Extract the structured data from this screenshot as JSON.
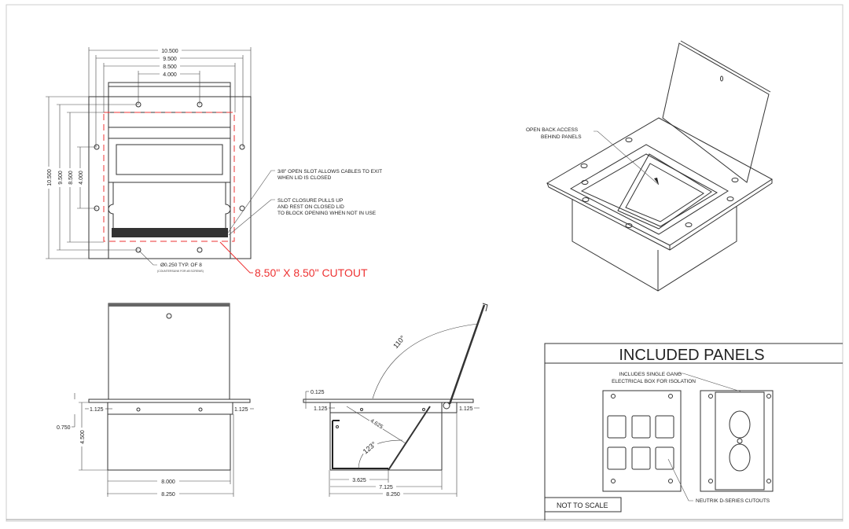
{
  "top_view": {
    "dims": {
      "overall_width": "10.500",
      "hole_span_width": "9.500",
      "inner_width": "8.500",
      "center_hole_span": "4.000",
      "overall_height": "10.500",
      "hole_span_height": "9.500",
      "inner_height": "8.500",
      "side_hole_span": "4.000"
    },
    "note_slot_line1": "3/8\" OPEN SLOT ALLOWS CABLES TO EXIT",
    "note_slot_line2": "WHEN LID IS CLOSED",
    "note_closure_line1": "SLOT CLOSURE PULLS UP",
    "note_closure_line2": "AND REST ON CLOSED LID",
    "note_closure_line3": "TO BLOCK OPENING WHEN NOT IN USE",
    "hole_note": "Ø0.250 TYP. OF 8",
    "hole_subnote": "(COUNTERSUNK FOR #8 SCREWS)",
    "cutout_label": "8.50\" X 8.50\" CUTOUT",
    "cutout_color": "#e33333"
  },
  "front_view": {
    "dims": {
      "left_flange": "1.125",
      "right_flange": "1.125",
      "band": "0.750",
      "depth": "4.500",
      "inner_width": "8.000",
      "outer_width": "8.250"
    }
  },
  "side_view": {
    "dims": {
      "flange_thickness": "0.125",
      "left_flange": "1.125",
      "right_flange": "1.125",
      "panel_length": "4.625",
      "panel_base": "3.625",
      "inner_width": "7.125",
      "outer_width": "8.250"
    },
    "lid_angle": "110°",
    "panel_angle": "123°"
  },
  "iso_view": {
    "note_line1": "OPEN BACK ACCESS",
    "note_line2": "BEHIND PANELS"
  },
  "panels": {
    "title": "INCLUDED PANELS",
    "note_box_line1": "INCLUDES SINGLE GANG",
    "note_box_line2": "ELECTRICAL BOX FOR ISOLATION",
    "note_cutouts": "NEUTRIK D-SERIES CUTOUTS",
    "scale_note": "NOT TO SCALE"
  }
}
